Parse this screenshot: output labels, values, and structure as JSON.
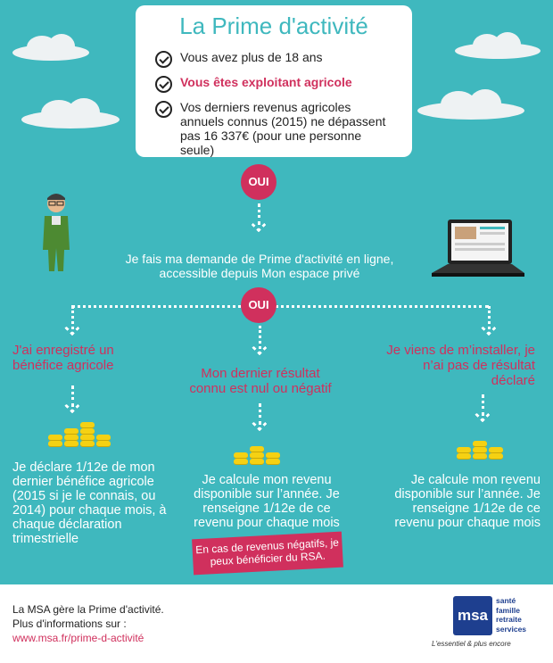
{
  "card": {
    "title": "La Prime d'activité",
    "conditions": [
      "Vous avez plus de 18 ans",
      "Vous êtes exploitant agricole",
      "Vos derniers revenus agricoles annuels connus (2015) ne dépassent pas 16 337€ (pour une personne seule)"
    ]
  },
  "badges": {
    "oui_1": "OUI",
    "oui_2": "OUI"
  },
  "request_text": "Je fais ma demande de Prime d'activité en ligne, accessible depuis Mon espace privé",
  "branches": [
    {
      "title": "J'ai enregistré un bénéfice agricole",
      "body": "Je déclare 1/12e de mon dernier bénéfice agricole (2015 si je le connais, ou 2014) pour chaque mois, à chaque déclaration trimestrielle"
    },
    {
      "title": "Mon dernier résultat connu est nul ou négatif",
      "body": "Je calcule mon revenu disponible sur l’année. Je renseigne 1/12e de ce revenu pour chaque mois"
    },
    {
      "title": "Je viens de m’installer, je n’ai pas de résultat déclaré",
      "body": "Je calcule mon revenu disponible sur l’année. Je renseigne 1/12e de ce revenu pour chaque mois"
    }
  ],
  "note": "En cas de revenus négatifs, je peux bénéficier du RSA.",
  "footer": {
    "line1": "La MSA gère la Prime d'activité.",
    "line2": "Plus d'informations sur :",
    "link": "www.msa.fr/prime-d-activité",
    "logo_text": "msa",
    "logo_words": [
      "santé",
      "famille",
      "retraite",
      "services"
    ],
    "slogan": "L'essentiel & plus encore"
  },
  "colors": {
    "teal": "#3fb8be",
    "pink": "#d0305d",
    "coin": "#f5d113",
    "logo_blue": "#1e3f8f"
  }
}
